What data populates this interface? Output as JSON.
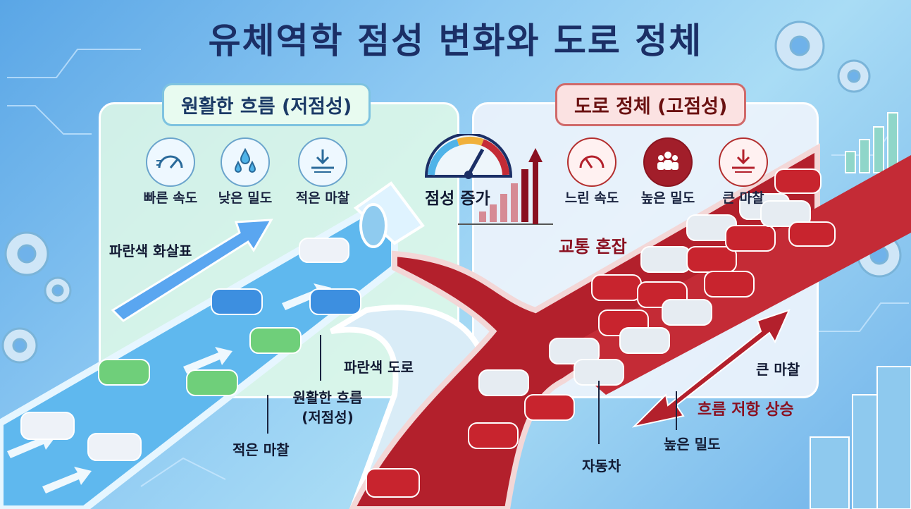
{
  "title": "유체역학 점성 변화와 도로 정체",
  "left_panel": {
    "heading": "원활한 흐름 (저점성)",
    "icons": [
      {
        "label": "빠른 속도",
        "icon": "speedometer-icon"
      },
      {
        "label": "낮은 밀도",
        "icon": "water-drops-icon"
      },
      {
        "label": "적은 마찰",
        "icon": "low-friction-icon"
      }
    ],
    "annotations": {
      "blue_arrows": "파란색 화살표",
      "blue_road": "파란색 도로",
      "smooth_flow": "원활한 흐름",
      "low_viscosity": "(저점성)",
      "low_friction": "적은 마찰"
    }
  },
  "center": {
    "viscosity_increase": "점성 증가"
  },
  "right_panel": {
    "heading": "도로 정체 (고점성)",
    "icons": [
      {
        "label": "느린 속도",
        "icon": "slow-gauge-icon"
      },
      {
        "label": "높은 밀도",
        "icon": "crowd-icon"
      },
      {
        "label": "큰 마찰",
        "icon": "high-friction-icon"
      }
    ],
    "annotations": {
      "traffic_congestion": "교통 혼잡",
      "high_friction": "큰 마찰",
      "flow_resistance": "흐름 저항 상승",
      "high_density": "높은 밀도",
      "car": "자동차"
    }
  },
  "colors": {
    "title": "#1b2f66",
    "smooth_road": "#5fb8ee",
    "congested_road": "#b3202c",
    "accent_red": "#8a1020"
  }
}
